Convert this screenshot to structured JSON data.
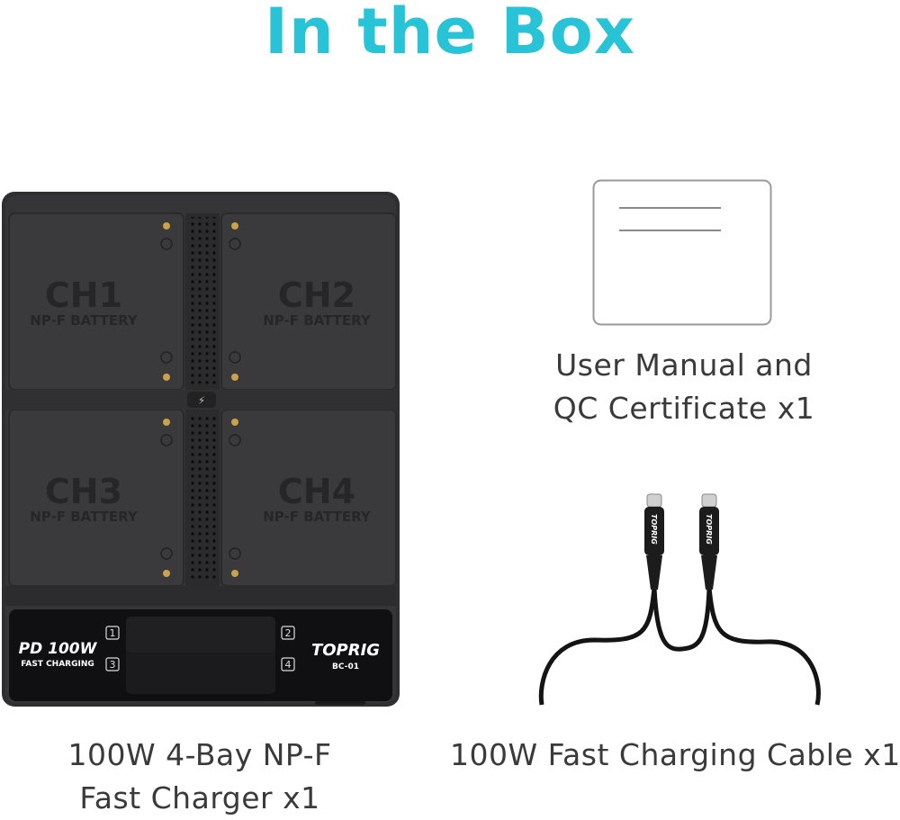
{
  "page": {
    "title": "In the Box",
    "title_color": "#29c3d8"
  },
  "items": {
    "charger": {
      "caption_line1": "100W 4-Bay NP-F",
      "caption_line2": "Fast Charger x1",
      "bays": [
        {
          "channel": "CH1",
          "battery": "NP-F BATTERY"
        },
        {
          "channel": "CH2",
          "battery": "NP-F BATTERY"
        },
        {
          "channel": "CH3",
          "battery": "NP-F BATTERY"
        },
        {
          "channel": "CH4",
          "battery": "NP-F BATTERY"
        }
      ],
      "panel": {
        "power_label": "PD 100W",
        "sub_label": "FAST CHARGING",
        "brand": "TOPRIG",
        "model": "BC-01",
        "indicators": [
          "1",
          "2",
          "3",
          "4"
        ]
      }
    },
    "manual": {
      "caption_line1": "User Manual and",
      "caption_line2": "QC Certificate x1"
    },
    "cable": {
      "caption": "100W Fast Charging Cable x1",
      "brand": "TOPRIG"
    }
  }
}
